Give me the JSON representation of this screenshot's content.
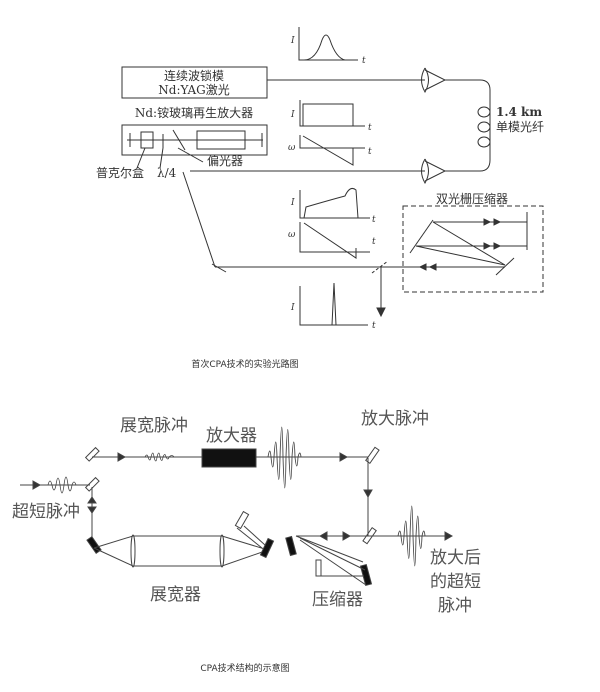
{
  "figure1": {
    "laser_label_1": "连续波锁模",
    "laser_label_2": "Nd:YAG激光",
    "amplifier_label": "Nd:铵玻璃再生放大器",
    "pockels_label": "普克尔盒",
    "quarter_wave_label": "λ/4",
    "polarizer_label": "偏光器",
    "fiber_length": "1.4 km",
    "fiber_label": "单模光纤",
    "compressor_label": "双光栅压缩器",
    "axis_I": "I",
    "axis_t": "t",
    "axis_omega": "ω",
    "caption": "首次CPA技术的实验光路图"
  },
  "figure2": {
    "input_label": "超短脉冲",
    "stretched_label": "展宽脉冲",
    "amplifier_label": "放大器",
    "amplified_label": "放大脉冲",
    "stretcher_label": "展宽器",
    "compressor_label": "压缩器",
    "output_label_1": "放大后",
    "output_label_2": "的超短",
    "output_label_3": "脉冲",
    "caption": "CPA技术结构的示意图"
  }
}
